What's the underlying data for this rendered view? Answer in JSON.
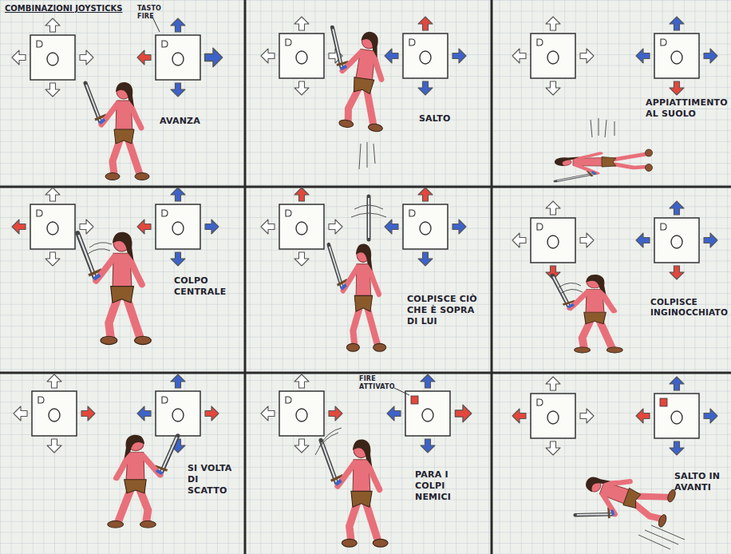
{
  "diagram": {
    "title": "COMBINAZIONI JOYSTICKS",
    "nodes": [
      {
        "text": [
          "TASTO FIRE",
          "AVANZA"
        ]
      },
      {
        "text": [
          "SALTO"
        ]
      },
      {
        "text": [
          "APPIATTIMENTO AL SUOLO"
        ]
      },
      {
        "text": [
          "COLPO CENTRALE"
        ]
      },
      {
        "text": [
          "COLPISCE CIÒ CHE È SOPRA DI LUI"
        ]
      },
      {
        "text": [
          "COLPISCE INGINOCCHIATO"
        ]
      },
      {
        "text": [
          "SI VOLTA DI SCATTO"
        ]
      },
      {
        "text": [
          "FIRE ATTIVATO",
          "PARA I COLPI NEMICI"
        ]
      },
      {
        "text": [
          "SALTO IN AVANTI"
        ]
      }
    ]
  }
}
